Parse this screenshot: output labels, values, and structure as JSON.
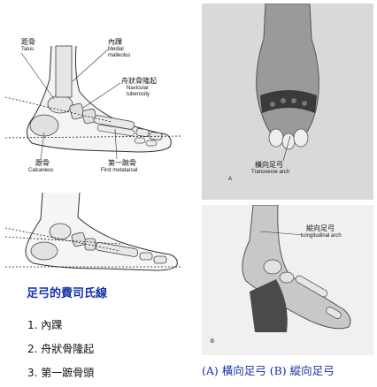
{
  "top_left_foot": {
    "labels": {
      "talus_cn": "距骨",
      "talus_en": "Talus",
      "medial_malleolus_cn": "內踝",
      "medial_malleolus_en": "Medial malleolus",
      "navicular_cn": "舟狀骨隆起",
      "navicular_en": "Navicular tuberosity",
      "calcaneus_cn": "跟骨",
      "calcaneus_en": "Calcaneus",
      "first_metatarsal_cn": "第一蹠骨",
      "first_metatarsal_en": "First metatarsal"
    }
  },
  "right_top_photo": {
    "letter": "A",
    "label_cn": "橫向足弓",
    "label_en": "Transverse arch"
  },
  "right_bottom_photo": {
    "letter": "B",
    "label_cn": "縱向足弓",
    "label_en": "Longitudinal arch"
  },
  "feiss_line": {
    "title": "足弓的費司氏線",
    "items": [
      "1. 內踝",
      "2. 舟狀骨隆起",
      "3. 第一蹠骨頭"
    ]
  },
  "caption": "(A) 橫向足弓 (B) 縱向足弓",
  "colors": {
    "title_blue": "#1730a8",
    "panel_border": "#c8c8c8"
  }
}
